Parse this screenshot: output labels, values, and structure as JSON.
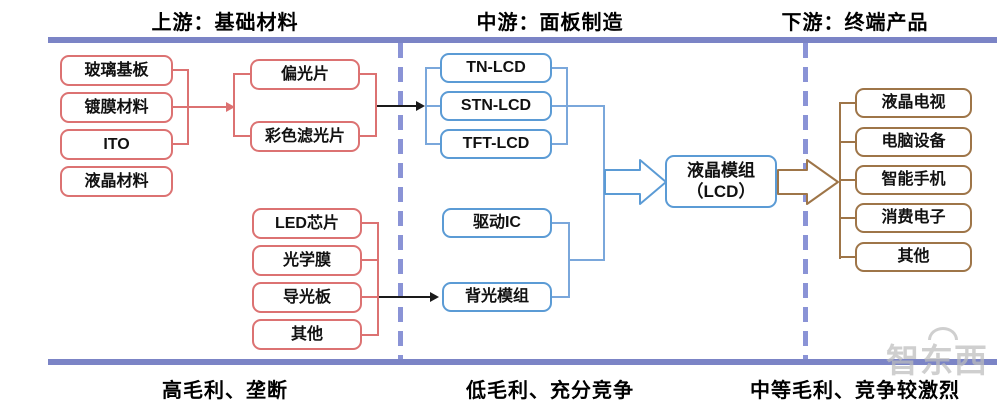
{
  "headers": {
    "upstream": "上游：基础材料",
    "midstream": "中游：面板制造",
    "downstream": "下游：终端产品"
  },
  "footers": {
    "upstream": "高毛利、垄断",
    "midstream": "低毛利、充分竞争",
    "downstream": "中等毛利、竞争较激烈"
  },
  "boxes": {
    "materials": [
      "玻璃基板",
      "镀膜材料",
      "ITO",
      "液晶材料"
    ],
    "optical": [
      "偏光片",
      "彩色滤光片"
    ],
    "backlight_parts": [
      "LED芯片",
      "光学膜",
      "导光板",
      "其他"
    ],
    "panels": [
      "TN-LCD",
      "STN-LCD",
      "TFT-LCD"
    ],
    "components": [
      "驱动IC",
      "背光模组"
    ],
    "module_line1": "液晶模组",
    "module_line2": "（LCD）",
    "products": [
      "液晶电视",
      "电脑设备",
      "智能手机",
      "消费电子",
      "其他"
    ]
  },
  "watermark": "智东西",
  "colors": {
    "red": "#DC7272",
    "blue": "#5B9BD5",
    "blue_line": "#7AA7DB",
    "brown": "#9E7548",
    "purple": "#7B84C6",
    "purple_dash": "#8A93D6",
    "watermark": "#BDBDBD"
  }
}
